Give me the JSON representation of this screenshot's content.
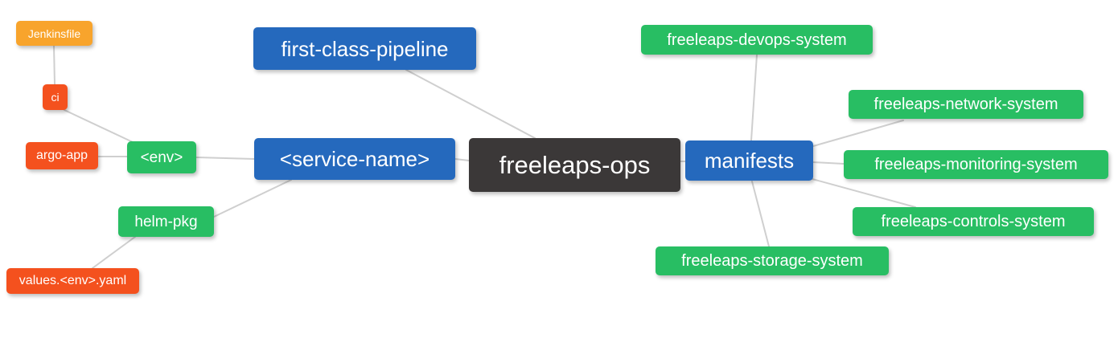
{
  "diagram": {
    "type": "mindmap",
    "root_label": "freeleaps-ops"
  },
  "palette": {
    "amber": "#F8A42C",
    "red_orange": "#F4511E",
    "green": "#28BE63",
    "blue": "#2569BD",
    "dark": "#3B3838",
    "edge_gray": "#CFCFCF",
    "text": "#FFFFFF",
    "background": "#FFFFFF"
  },
  "nodes": [
    {
      "id": "jenkinsfile",
      "label": "Jenkinsfile",
      "color": "amber"
    },
    {
      "id": "ci",
      "label": "ci",
      "color": "red_orange"
    },
    {
      "id": "argo-app",
      "label": "argo-app",
      "color": "red_orange"
    },
    {
      "id": "env",
      "label": "<env>",
      "color": "green"
    },
    {
      "id": "helm-pkg",
      "label": "helm-pkg",
      "color": "green"
    },
    {
      "id": "values-env-yaml",
      "label": "values.<env>.yaml",
      "color": "red_orange"
    },
    {
      "id": "first-class-pipeline",
      "label": "first-class-pipeline",
      "color": "blue"
    },
    {
      "id": "service-name",
      "label": "<service-name>",
      "color": "blue"
    },
    {
      "id": "freeleaps-ops",
      "label": "freeleaps-ops",
      "color": "dark"
    },
    {
      "id": "manifests",
      "label": "manifests",
      "color": "blue"
    },
    {
      "id": "freeleaps-devops-system",
      "label": "freeleaps-devops-system",
      "color": "green"
    },
    {
      "id": "freeleaps-network-system",
      "label": "freeleaps-network-system",
      "color": "green"
    },
    {
      "id": "freeleaps-monitoring-system",
      "label": "freeleaps-monitoring-system",
      "color": "green"
    },
    {
      "id": "freeleaps-controls-system",
      "label": "freeleaps-controls-system",
      "color": "green"
    },
    {
      "id": "freeleaps-storage-system",
      "label": "freeleaps-storage-system",
      "color": "green"
    }
  ],
  "edges": [
    {
      "from": "jenkinsfile",
      "to": "ci"
    },
    {
      "from": "ci",
      "to": "env"
    },
    {
      "from": "argo-app",
      "to": "env"
    },
    {
      "from": "env",
      "to": "service-name"
    },
    {
      "from": "helm-pkg",
      "to": "service-name"
    },
    {
      "from": "values-env-yaml",
      "to": "helm-pkg"
    },
    {
      "from": "first-class-pipeline",
      "to": "freeleaps-ops"
    },
    {
      "from": "service-name",
      "to": "freeleaps-ops"
    },
    {
      "from": "freeleaps-ops",
      "to": "manifests"
    },
    {
      "from": "manifests",
      "to": "freeleaps-devops-system"
    },
    {
      "from": "manifests",
      "to": "freeleaps-network-system"
    },
    {
      "from": "manifests",
      "to": "freeleaps-monitoring-system"
    },
    {
      "from": "manifests",
      "to": "freeleaps-controls-system"
    },
    {
      "from": "manifests",
      "to": "freeleaps-storage-system"
    }
  ]
}
